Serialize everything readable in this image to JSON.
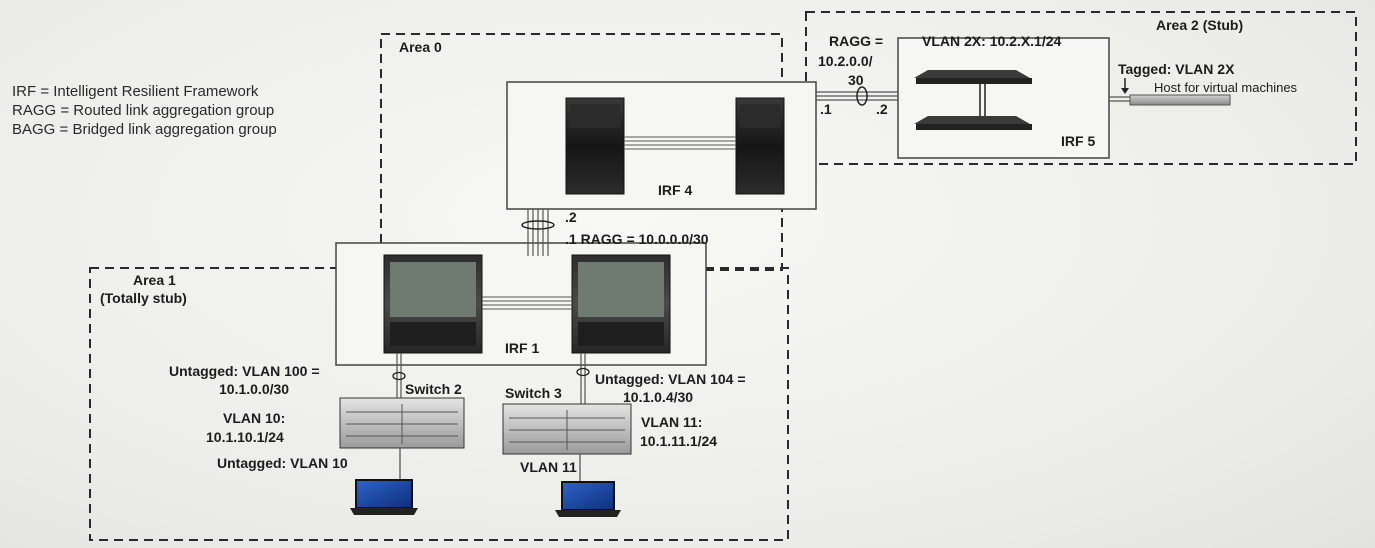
{
  "legend": [
    "IRF = Intelligent Resilient Framework",
    "RAGG = Routed link aggregation group",
    "BAGG = Bridged link aggregation group"
  ],
  "areas": {
    "area0": "Area 0",
    "area1_name": "Area 1",
    "area1_type": "(Totally stub)",
    "area2": "Area 2 (Stub)"
  },
  "devices": {
    "irf4": "IRF 4",
    "irf1": "IRF 1",
    "irf5": "IRF 5",
    "switch2": "Switch 2",
    "switch3": "Switch 3"
  },
  "links": {
    "irf4_irf1_upper": ".2",
    "irf4_irf1_lower": ".1 RAGG = 10.0.0.0/30",
    "ragg2_line1": "RAGG =",
    "ragg2_line2": "10.2.0.0/",
    "ragg2_line3": "30",
    "ragg2_left": ".1",
    "ragg2_right": ".2",
    "vlan2x": "VLAN 2X: 10.2.X.1/24",
    "tagged": "Tagged: VLAN 2X",
    "host": "Host for virtual machines",
    "sw2_uplink_1": "Untagged: VLAN 100 =",
    "sw2_uplink_2": "10.1.0.0/30",
    "sw3_uplink_1": "Untagged: VLAN 104 =",
    "sw3_uplink_2": "10.1.0.4/30",
    "sw2_vlan_1": "VLAN 10:",
    "sw2_vlan_2": "10.1.10.1/24",
    "sw2_access": "Untagged: VLAN 10",
    "sw3_vlan_1": "VLAN 11:",
    "sw3_vlan_2": "10.1.11.1/24",
    "sw3_access": "VLAN 11"
  }
}
